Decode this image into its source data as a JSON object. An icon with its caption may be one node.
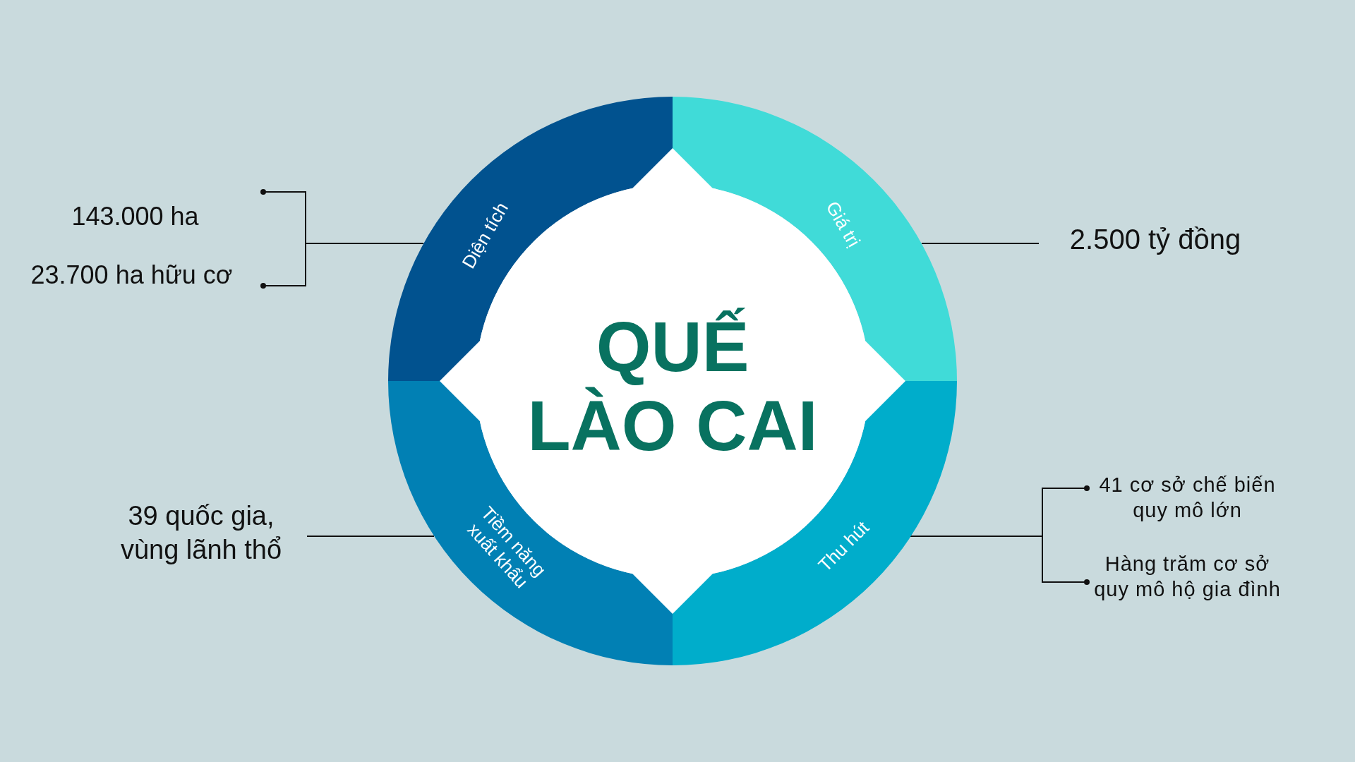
{
  "diagram": {
    "nodes": [
      {
        "text": [
          "143.000 ha"
        ]
      },
      {
        "text": [
          "23.700 ha hữu cơ"
        ]
      },
      {
        "text": [
          "Diện tích"
        ]
      },
      {
        "text": [
          "Giá trị"
        ]
      },
      {
        "text": [
          "2.500 tỷ đồng"
        ]
      },
      {
        "text": [
          "QUẾ LÀO CAI"
        ]
      },
      {
        "text": [
          "39 quốc gia, vùng lãnh thổ"
        ]
      },
      {
        "text": [
          "Tiềm năng xuất khẩu"
        ]
      },
      {
        "text": [
          "Thu hút"
        ]
      },
      {
        "text": [
          "41 cơ sở chế biến quy mô lớn"
        ]
      },
      {
        "text": [
          "Hàng trăm cơ sở quy mô hộ gia đình"
        ]
      }
    ],
    "edges": [
      {
        "from": 2,
        "to": 0,
        "arrow": "other"
      },
      {
        "from": 2,
        "to": 1,
        "arrow": "other"
      },
      {
        "from": 3,
        "to": 4,
        "arrow": "none"
      },
      {
        "from": 7,
        "to": 6,
        "arrow": "none"
      },
      {
        "from": 8,
        "to": 9,
        "arrow": "other"
      },
      {
        "from": 8,
        "to": 10,
        "arrow": "other"
      }
    ]
  }
}
